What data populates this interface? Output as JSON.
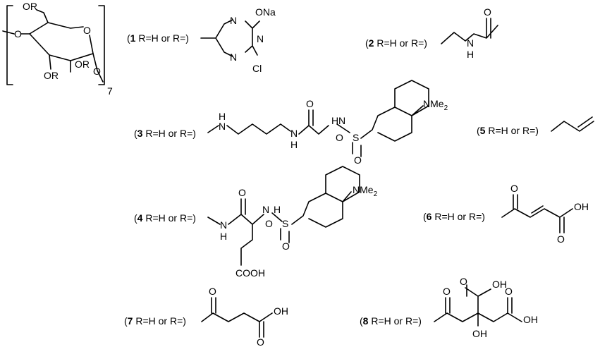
{
  "core": {
    "name": "cyclodextrin-unit",
    "labels": [
      "OR",
      "O",
      "OR",
      "OR",
      "O"
    ],
    "repeat": "7"
  },
  "compounds": [
    {
      "number": "1",
      "text": " R=H or R="
    },
    {
      "number": "2",
      "text": " R=H or R="
    },
    {
      "number": "3",
      "text": " R=H or R="
    },
    {
      "number": "4",
      "text": " R=H or R="
    },
    {
      "number": "5",
      "text": " R=H or R="
    },
    {
      "number": "6",
      "text": " R=H or R="
    },
    {
      "number": "7",
      "text": " R=H or R="
    },
    {
      "number": "8",
      "text": " R=H or R="
    }
  ],
  "atoms": {
    "c1_ona": "ONa",
    "c1_n1": "N",
    "c1_n2": "N",
    "c1_n3": "N",
    "c1_cl": "Cl",
    "c2_o": "O",
    "c2_n": "N",
    "c2_h": "H",
    "c3_n1": "N",
    "c3_h1": "H",
    "c3_n2": "N",
    "c3_h2": "H",
    "c3_o": "O",
    "c3_n3": "N",
    "c3_h3": "H",
    "c3_s": "S",
    "c3_o1": "O",
    "c3_o2": "O",
    "c3_nme": "NMe",
    "c3_sub": "2",
    "c4_o": "O",
    "c4_n1": "N",
    "c4_h1": "H",
    "c4_n2": "N",
    "c4_h2": "H",
    "c4_s": "S",
    "c4_o1": "O",
    "c4_o2": "O",
    "c4_cooh": "COOH",
    "c4_nme": "NMe",
    "c4_sub": "2",
    "c6_o": "O",
    "c6_oh": "OH",
    "c6_o2": "O",
    "c7_o": "O",
    "c7_oh": "OH",
    "c7_o2": "O",
    "c8_o": "O",
    "c8_o1": "O",
    "c8_oh1": "OH",
    "c8_oh2": "OH",
    "c8_o2": "O",
    "c8_oh3": "OH"
  }
}
